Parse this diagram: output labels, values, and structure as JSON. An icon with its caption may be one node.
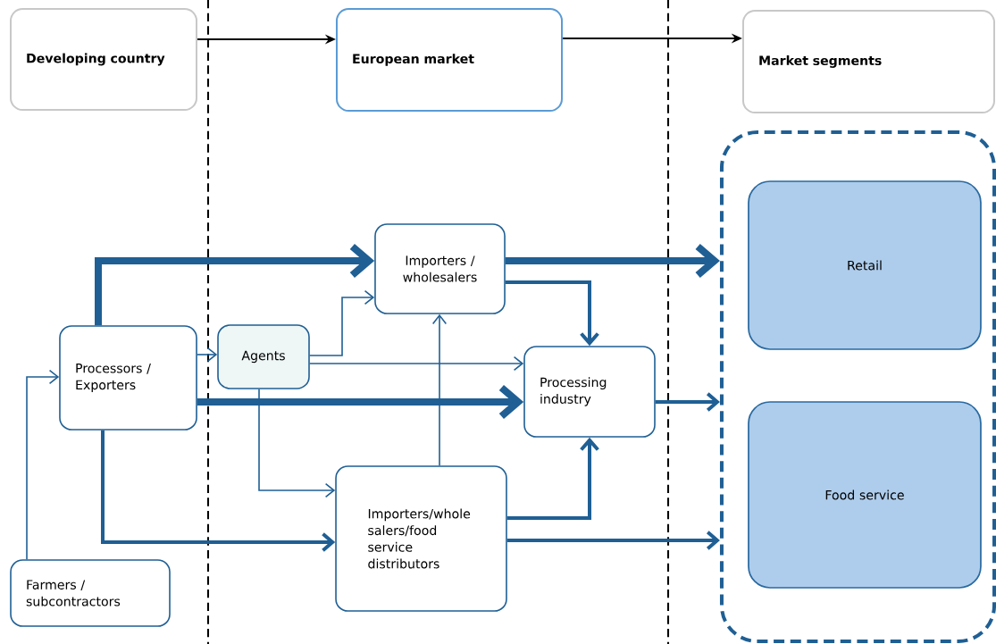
{
  "diagram": {
    "nodes": [
      {
        "text": [
          "Developing country"
        ]
      },
      {
        "text": [
          "European market"
        ]
      },
      {
        "text": [
          "Market segments"
        ]
      },
      {
        "text": [],
        "shape": "box"
      },
      {
        "text": [
          "Retail"
        ],
        "in": 3
      },
      {
        "text": [
          "Food service"
        ],
        "in": 3
      },
      {
        "text": [
          "Importers / wholesalers"
        ]
      },
      {
        "text": [
          "Processors / Exporters"
        ]
      },
      {
        "text": [
          "Agents"
        ]
      },
      {
        "text": [
          "Processing industry"
        ]
      },
      {
        "text": [
          "Importers/whole salers/food service distributors"
        ]
      },
      {
        "text": [
          "Farmers / subcontractors"
        ]
      }
    ],
    "edges": [
      {
        "from": 0,
        "to": 1,
        "arrow": "to",
        "color": "#000000"
      },
      {
        "from": 1,
        "to": 2,
        "arrow": "to",
        "color": "#000000"
      },
      {
        "from": 7,
        "to": 6,
        "arrow": "to",
        "style": "thick"
      },
      {
        "from": 6,
        "to": 3,
        "arrow": "to",
        "style": "thick"
      },
      {
        "from": 6,
        "to": 9,
        "arrow": "to",
        "style": "thick"
      },
      {
        "from": 7,
        "to": 8,
        "arrow": "to"
      },
      {
        "from": 8,
        "to": 6,
        "arrow": "to"
      },
      {
        "from": 8,
        "to": 9,
        "arrow": "to"
      },
      {
        "from": 7,
        "to": 9,
        "arrow": "to",
        "style": "thick"
      },
      {
        "from": 9,
        "to": 3,
        "arrow": "to",
        "style": "thick"
      },
      {
        "from": 8,
        "to": 10,
        "arrow": "to"
      },
      {
        "from": 10,
        "to": 6,
        "arrow": "to"
      },
      {
        "from": 10,
        "to": 9,
        "arrow": "to",
        "style": "thick"
      },
      {
        "from": 7,
        "to": 10,
        "arrow": "to",
        "style": "thick"
      },
      {
        "from": 10,
        "to": 3,
        "arrow": "to",
        "style": "thick"
      },
      {
        "from": 11,
        "to": 7,
        "arrow": "to"
      }
    ]
  }
}
